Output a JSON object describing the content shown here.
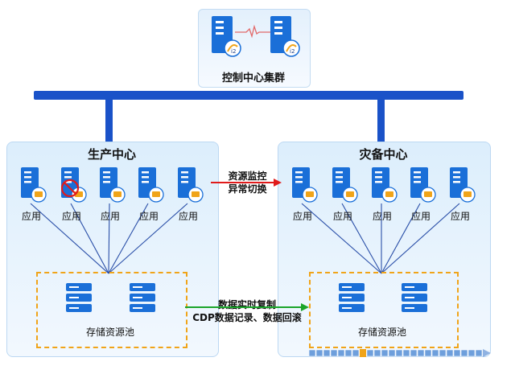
{
  "control_cluster": {
    "title": "控制中心集群",
    "server_badge": "i2"
  },
  "production": {
    "title": "生产中心",
    "apps": [
      {
        "label": "应用",
        "failed": false
      },
      {
        "label": "应用",
        "failed": true
      },
      {
        "label": "应用",
        "failed": false
      },
      {
        "label": "应用",
        "failed": false
      },
      {
        "label": "应用",
        "failed": false
      }
    ],
    "pool_label": "存储资源池"
  },
  "disaster": {
    "title": "灾备中心",
    "apps": [
      {
        "label": "应用"
      },
      {
        "label": "应用"
      },
      {
        "label": "应用"
      },
      {
        "label": "应用"
      },
      {
        "label": "应用"
      }
    ],
    "pool_label": "存储资源池"
  },
  "monitor_arrow": {
    "line1": "资源监控",
    "line2": "异常切换"
  },
  "replication_arrow": {
    "line1": "数据实时复制",
    "line2": "CDP数据记录、数据回滚"
  },
  "colors": {
    "bus": "#1a52c8",
    "monitor": "#e01b1b",
    "replicate": "#1aa52a",
    "pool_border": "#f0a419",
    "server": "#1a6fd8"
  }
}
